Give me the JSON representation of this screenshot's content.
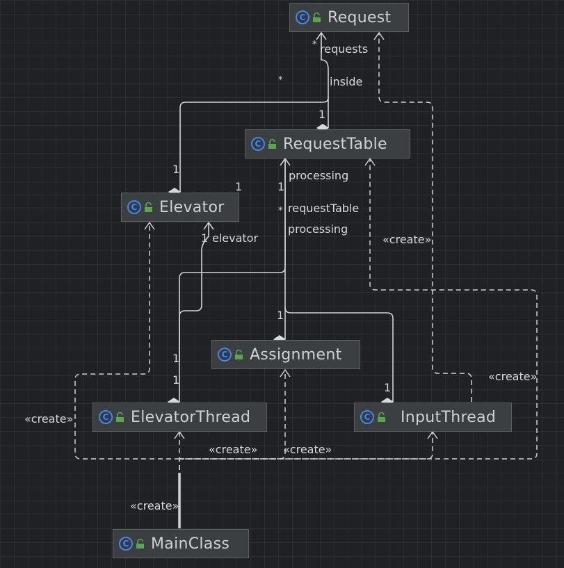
{
  "classes": {
    "request": "Request",
    "request_table": "RequestTable",
    "elevator": "Elevator",
    "assignment": "Assignment",
    "elevator_thread": "ElevatorThread",
    "input_thread": "InputThread",
    "main_class": "MainClass"
  },
  "class_icon_letter": "C",
  "icons": {
    "class": "class-c-icon",
    "visibility": "public-lock-icon"
  },
  "colors": {
    "background": "#202124",
    "grid": "#2c2d31",
    "node_fill": "#3c3f41",
    "node_border": "#5d5f61",
    "class_icon": "#4e86d6",
    "lock_icon": "#5aa64f",
    "edge": "#cfd1d4"
  },
  "labels": {
    "req_star_top": "*",
    "requests": "requests",
    "star_left": "*",
    "inside": "inside",
    "rt_one_top": "1",
    "elev_one_left": "1",
    "elev_one_right": "1",
    "rt_one_below": "1",
    "processing_top": "processing",
    "star_mid": "*",
    "request_table": "requestTable",
    "processing_mid": "processing",
    "elev_one_below": "1",
    "elevator": "elevator",
    "create_right_upper": "«create»",
    "assign_one_above": "1",
    "et_one_upper": "1",
    "et_one_lower": "1",
    "it_one": "1",
    "create_right_lower": "«create»",
    "create_left": "«create»",
    "create_bottom_left": "«create»",
    "create_bottom_right": "«create»",
    "create_main": "«create»"
  }
}
